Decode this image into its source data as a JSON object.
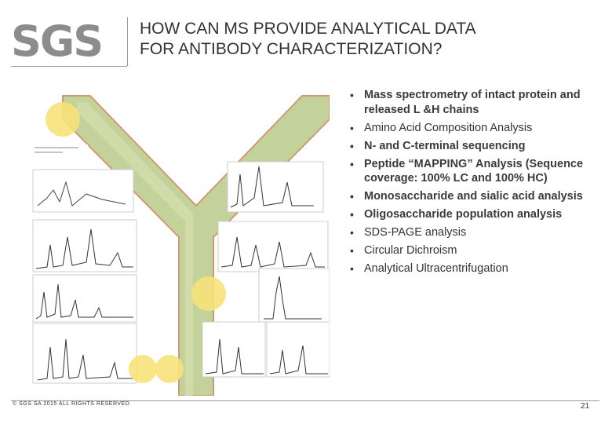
{
  "header": {
    "logo_text": "SGS",
    "title_line1": "HOW CAN MS PROVIDE ANALYTICAL DATA",
    "title_line2": "FOR ANTIBODY CHARACTERIZATION?"
  },
  "bullets": [
    {
      "text": "Mass spectrometry of intact protein and released L &H chains",
      "style": "bold"
    },
    {
      "text": "Amino Acid Composition Analysis",
      "style": "plain"
    },
    {
      "text": "N- and C-terminal sequencing",
      "style": "bold"
    },
    {
      "text": "Peptide “MAPPING” Analysis (Sequence coverage: 100% LC and 100% HC)",
      "style": "bold"
    },
    {
      "text": "Monosaccharide and sialic acid analysis",
      "style": "bold"
    },
    {
      "text": "Oligosaccharide population analysis",
      "style": "bold"
    },
    {
      "text": "SDS-PAGE analysis",
      "style": "plain"
    },
    {
      "text": "Circular Dichroism",
      "style": "plain"
    },
    {
      "text": "Analytical Ultracentrifugation",
      "style": "plain"
    }
  ],
  "footer": {
    "copyright": "© SGS SA 2015 ALL RIGHTS RESERVED",
    "page_number": "21"
  },
  "colors": {
    "antibody_fill": "#b9c98a",
    "antibody_border": "#c98a5a",
    "logo_gray": "#8c8c8c",
    "circle_highlight": "#f6e27a"
  }
}
